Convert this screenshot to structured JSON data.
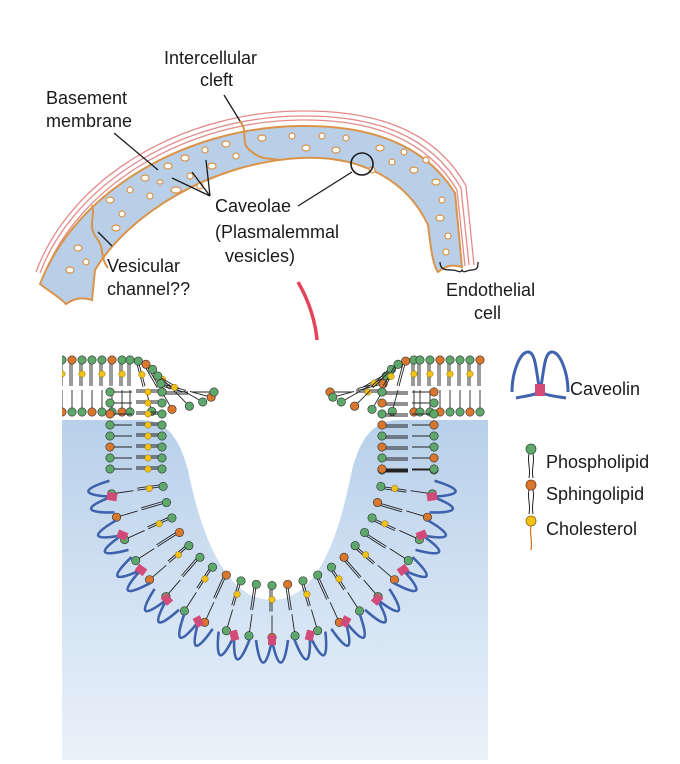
{
  "labels": {
    "intercellular_cleft": [
      "Intercellular",
      "cleft"
    ],
    "basement_membrane": [
      "Basement",
      "membrane"
    ],
    "caveolae": [
      "Caveolae",
      "(Plasmalemmal",
      "vesicles)"
    ],
    "vesicular_channel": [
      "Vesicular",
      "channel??"
    ],
    "endothelial_cell": [
      "Endothelial",
      "cell"
    ]
  },
  "legend": {
    "caveolin": "Caveolin",
    "phospholipid": "Phospholipid",
    "sphingolipid": "Sphingolipid",
    "cholesterol": "Cholesterol"
  },
  "colors": {
    "cytoplasm": "#b9cfe8",
    "cell_outline": "#d9944a",
    "basement_membrane": "#e58a8a",
    "caveolin_blue": "#3f62ad",
    "caveolin_pink": "#d24a78",
    "phospholipid_head": "#5fa86c",
    "sphingolipid_head": "#d9772f",
    "cholesterol_head": "#f2c21b",
    "arrow": "#e5455c",
    "interior_top": "#c7dbef",
    "interior_bottom": "#e7f0f9"
  }
}
